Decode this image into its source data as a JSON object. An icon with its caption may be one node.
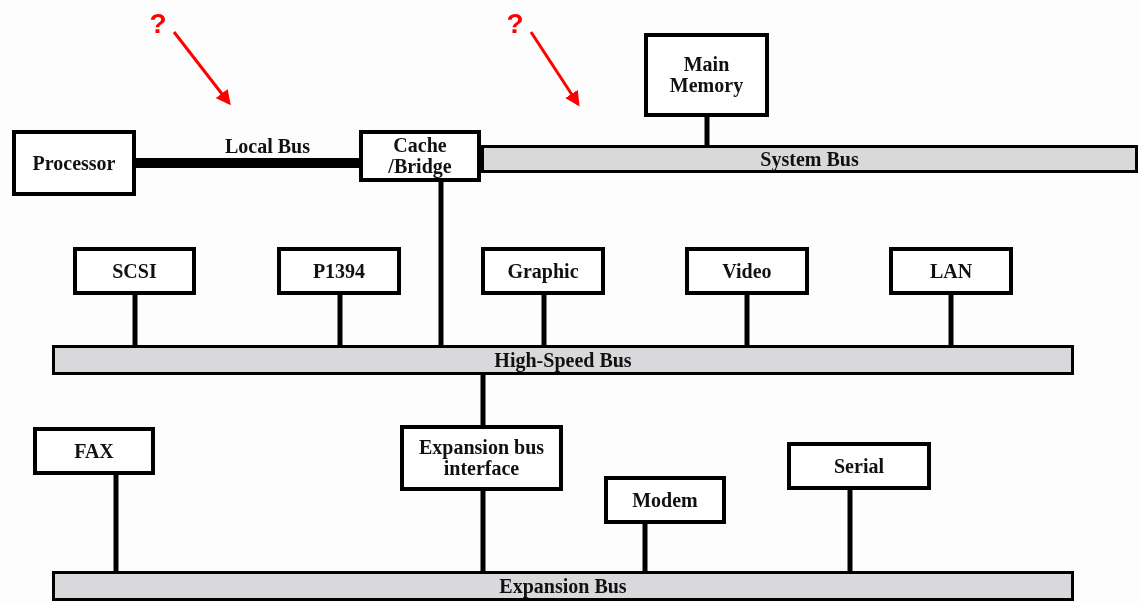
{
  "diagram": {
    "nodes": [
      {
        "text": [
          "?"
        ]
      },
      {
        "text": [
          "?"
        ]
      },
      {
        "text": [
          "Processor"
        ]
      },
      {
        "text": [
          "Cache /Bridge"
        ]
      },
      {
        "text": [
          "Main Memory"
        ]
      },
      {
        "text": [
          "System Bus"
        ]
      },
      {
        "text": [
          "SCSI"
        ]
      },
      {
        "text": [
          "P1394"
        ]
      },
      {
        "text": [
          "Graphic"
        ]
      },
      {
        "text": [
          "Video"
        ]
      },
      {
        "text": [
          "LAN"
        ]
      },
      {
        "text": [
          "High-Speed Bus"
        ]
      },
      {
        "text": [
          "FAX"
        ]
      },
      {
        "text": [
          "Expansion bus interface"
        ]
      },
      {
        "text": [
          "Modem"
        ]
      },
      {
        "text": [
          "Serial"
        ]
      },
      {
        "text": [
          "Expansion Bus"
        ]
      }
    ],
    "edges": [
      {
        "from": 0,
        "to": null,
        "arrow": "to",
        "color": "#ff0000"
      },
      {
        "from": 1,
        "to": null,
        "arrow": "to",
        "color": "#ff0000"
      },
      {
        "from": 2,
        "to": 3,
        "arrow": "none",
        "label": "Local Bus",
        "style": "thick"
      },
      {
        "from": 4,
        "to": 5,
        "arrow": "none"
      },
      {
        "from": 3,
        "to": 11,
        "arrow": "none"
      },
      {
        "from": 6,
        "to": 11,
        "arrow": "none"
      },
      {
        "from": 7,
        "to": 11,
        "arrow": "none"
      },
      {
        "from": 8,
        "to": 11,
        "arrow": "none"
      },
      {
        "from": 9,
        "to": 11,
        "arrow": "none"
      },
      {
        "from": 10,
        "to": 11,
        "arrow": "none"
      },
      {
        "from": 11,
        "to": 13,
        "arrow": "none"
      },
      {
        "from": 12,
        "to": 16,
        "arrow": "none"
      },
      {
        "from": 13,
        "to": 16,
        "arrow": "none"
      },
      {
        "from": 14,
        "to": 16,
        "arrow": "none"
      },
      {
        "from": 15,
        "to": 16,
        "arrow": "none"
      }
    ]
  }
}
